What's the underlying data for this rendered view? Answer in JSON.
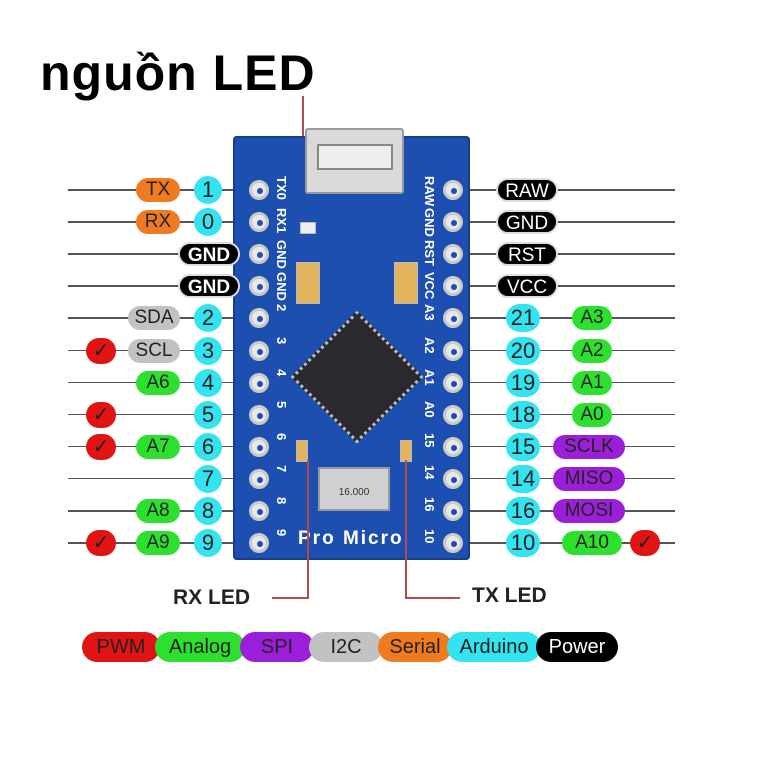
{
  "title": "nguồn LED",
  "colors": {
    "pwm": "#e01414",
    "analog": "#2ee02e",
    "spi": "#9b1ed8",
    "i2c": "#c2c2c2",
    "serial": "#f07a1e",
    "arduino": "#33e3f0",
    "power": "#000000"
  },
  "left_pins": [
    {
      "silk": "TX0",
      "num": "1",
      "func": "TX",
      "func_type": "serial",
      "pwm": false
    },
    {
      "silk": "RX1",
      "num": "0",
      "func": "RX",
      "func_type": "serial",
      "pwm": false
    },
    {
      "silk": "GND",
      "num": null,
      "func": "GND",
      "func_type": "power",
      "pwm": false
    },
    {
      "silk": "GND",
      "num": null,
      "func": "GND",
      "func_type": "power",
      "pwm": false
    },
    {
      "silk": "2",
      "num": "2",
      "func": "SDA",
      "func_type": "i2c",
      "pwm": false
    },
    {
      "silk": "3",
      "num": "3",
      "func": "SCL",
      "func_type": "i2c",
      "pwm": true
    },
    {
      "silk": "4",
      "num": "4",
      "func": "A6",
      "func_type": "analog",
      "pwm": false
    },
    {
      "silk": "5",
      "num": "5",
      "func": null,
      "func_type": null,
      "pwm": true
    },
    {
      "silk": "6",
      "num": "6",
      "func": "A7",
      "func_type": "analog",
      "pwm": true
    },
    {
      "silk": "7",
      "num": "7",
      "func": null,
      "func_type": null,
      "pwm": false
    },
    {
      "silk": "8",
      "num": "8",
      "func": "A8",
      "func_type": "analog",
      "pwm": false
    },
    {
      "silk": "9",
      "num": "9",
      "func": "A9",
      "func_type": "analog",
      "pwm": true
    }
  ],
  "right_pins": [
    {
      "silk": "RAW",
      "num": null,
      "func": "RAW",
      "func_type": "power",
      "pwm": false
    },
    {
      "silk": "GND",
      "num": null,
      "func": "GND",
      "func_type": "power",
      "pwm": false
    },
    {
      "silk": "RST",
      "num": null,
      "func": "RST",
      "func_type": "power",
      "pwm": false
    },
    {
      "silk": "VCC",
      "num": null,
      "func": "VCC",
      "func_type": "power",
      "pwm": false
    },
    {
      "silk": "A3",
      "num": "21",
      "func": "A3",
      "func_type": "analog",
      "pwm": false
    },
    {
      "silk": "A2",
      "num": "20",
      "func": "A2",
      "func_type": "analog",
      "pwm": false
    },
    {
      "silk": "A1",
      "num": "19",
      "func": "A1",
      "func_type": "analog",
      "pwm": false
    },
    {
      "silk": "A0",
      "num": "18",
      "func": "A0",
      "func_type": "analog",
      "pwm": false
    },
    {
      "silk": "15",
      "num": "15",
      "func": "SCLK",
      "func_type": "spi",
      "pwm": false
    },
    {
      "silk": "14",
      "num": "14",
      "func": "MISO",
      "func_type": "spi",
      "pwm": false
    },
    {
      "silk": "16",
      "num": "16",
      "func": "MOSI",
      "func_type": "spi",
      "pwm": false
    },
    {
      "silk": "10",
      "num": "10",
      "func": "A10",
      "func_type": "analog",
      "pwm": true
    }
  ],
  "board": {
    "name": "Pro Micro",
    "crystal": "16.000"
  },
  "check_mark": "✓",
  "rx_led": "RX  LED",
  "tx_led": "TX  LED",
  "legend": [
    {
      "label": "PWM",
      "type": "pwm"
    },
    {
      "label": "Analog",
      "type": "analog"
    },
    {
      "label": "SPI",
      "type": "spi"
    },
    {
      "label": "I2C",
      "type": "i2c"
    },
    {
      "label": "Serial",
      "type": "serial"
    },
    {
      "label": "Arduino",
      "type": "arduino"
    },
    {
      "label": "Power",
      "type": "power"
    }
  ]
}
